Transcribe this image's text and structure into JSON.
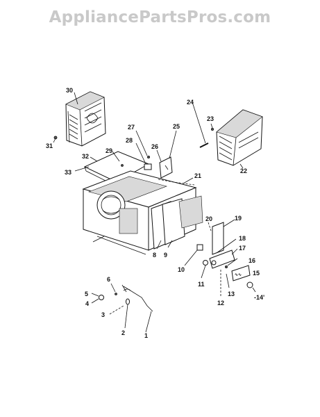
{
  "watermark": "AppliancePartsPros.com",
  "callouts": [
    "1",
    "2",
    "3",
    "4",
    "5",
    "6",
    "8",
    "9",
    "10",
    "11",
    "12",
    "13",
    "-14'",
    "15",
    "16",
    "17",
    "18",
    "19",
    "20",
    "21",
    "22",
    "23",
    "24",
    "25",
    "26",
    "27",
    "28",
    "29",
    "30",
    "31",
    "32",
    "33"
  ]
}
